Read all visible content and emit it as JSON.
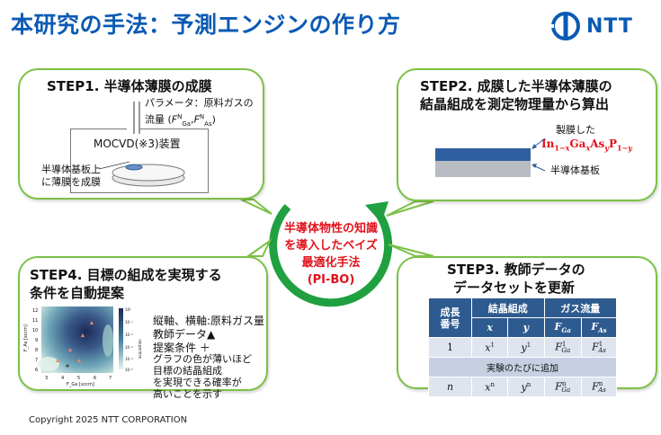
{
  "title": "本研究の手法：予測エンジンの作り方",
  "logo": {
    "text": "NTT"
  },
  "center": {
    "line1": "半導体物性の知識",
    "line2": "を導入したベイズ",
    "line3": "最適化手法",
    "line4": "(PI-BO)"
  },
  "step1": {
    "heading": "STEP1. 半導体薄膜の成膜",
    "param_line1": "パラメータ：原料ガスの",
    "param_line2_prefix": "流量 (",
    "param_f": "F",
    "param_sub1": "Ga",
    "param_sub2": "As",
    "param_sup": "N",
    "mocvd": "MOCVD(※3)装置",
    "substrate_line1": "半導体基板上",
    "substrate_line2": "に薄膜を成膜"
  },
  "step2": {
    "heading_line1": "STEP2. 成膜した半導体薄膜の",
    "heading_line2": "結晶組成を測定物理量から算出",
    "film_label": "製膜した",
    "formula": "In1−xGaxAsyP1−y",
    "substrate_label": "半導体基板",
    "colors": {
      "film": "#2f5fa0",
      "substrate": "#b8bcc2",
      "formula": "#e0121b"
    }
  },
  "step3": {
    "heading_line1": "STEP3. 教師データの",
    "heading_line2": "データセットを更新",
    "table": {
      "header_growth_line1": "成長",
      "header_growth_line2": "番号",
      "header_crystal": "結晶組成",
      "header_gas": "ガス流量",
      "sub_x": "x",
      "sub_y": "y",
      "sub_fga": "FGa",
      "sub_fas": "FAs",
      "row1": {
        "n": "1",
        "x": "x",
        "x_sup": "1",
        "y": "y",
        "y_sup": "1",
        "f_sup": "1"
      },
      "row_note": "実験のたびに追加",
      "row3": {
        "n": "n",
        "x": "x",
        "x_sup": "n",
        "y": "y",
        "y_sup": "n",
        "f_sup": "n"
      }
    }
  },
  "step4": {
    "heading_line1": "STEP4. 目標の組成を実現する",
    "heading_line2": "条件を自動提案",
    "desc1": "縦軸、横軸:原料ガス量",
    "desc2": "教師データ▲",
    "desc3": "提案条件 ＋",
    "desc4": "グラフの色が薄いほど",
    "desc5": "目標の結晶組成",
    "desc6": "を実現できる確率が",
    "desc7": "高いことを示す",
    "plot": {
      "y_label": "F",
      "y_label_sub": "As",
      "y_unit": " [sccm]",
      "x_label": "F",
      "x_label_sub": "Ga",
      "x_unit": " [sccm]",
      "x_ticks": [
        "3",
        "4",
        "5",
        "6",
        "7"
      ],
      "y_ticks": [
        "12",
        "11",
        "10",
        "9",
        "8",
        "7",
        "6"
      ],
      "cbar_label": "acquisition",
      "cbar_ticks": [
        "10⁰",
        "10⁻¹",
        "10⁻²",
        "10⁻³",
        "10⁻⁴",
        "10⁻⁵"
      ]
    }
  },
  "copyright": "Copyright 2025 NTT CORPORATION"
}
